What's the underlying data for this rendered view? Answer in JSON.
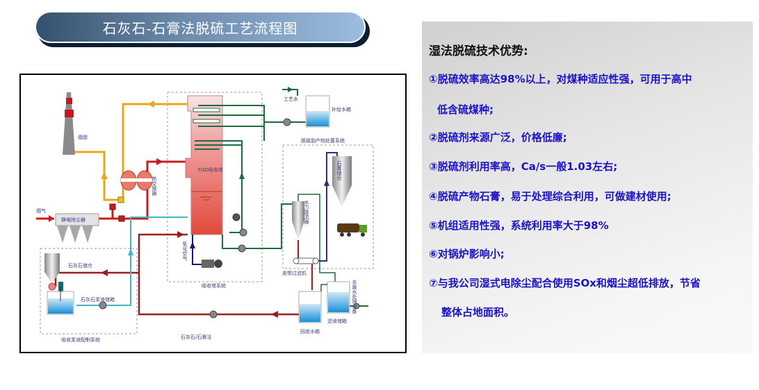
{
  "title": "石灰石-石膏法脱硫工艺流程图",
  "diagram": {
    "labels": {
      "chimney": "烟囱",
      "flue_gas": "烟气",
      "esp": "静电除尘器",
      "heat_exchanger": "热交换器",
      "absorber": "FGD吸收塔",
      "oxidation_air": "氧化空气",
      "absorber_system": "吸收塔系统",
      "process_water": "工艺水",
      "makeup_tank": "补给水箱",
      "byproduct_system": "脱硫副产物处置系统",
      "gypsum_silo": "石膏储仓",
      "hydrocyclone": "水力旋流器",
      "belt_filter": "皮带过滤机",
      "recycle_tank": "回收水箱",
      "filtrate_tank": "滤液储箱",
      "wastewater": "去废水处理设备",
      "limestone_silo": "石灰石储仓",
      "slurry_tank": "石灰石浆液储箱",
      "slurry_system": "吸收浆液配制系统",
      "method": "石灰石/石膏法"
    }
  },
  "panel": {
    "title": "湿法脱硫技术优势:",
    "items": [
      "①脱硫效率高达98%以上，对煤种适应性强，可用于高中",
      "低含硫煤种;",
      "②脱硫剂来源广泛，价格低廉;",
      "③脱硫剂利用率高，Ca/s一般1.03左右;",
      "④脱硫产物石膏，易于处理综合利用，可做建材使用;",
      "⑤机组适用性强，系统利用率大于98%",
      "⑥对锅炉影响小;",
      "⑦与我公司湿式电除尘配合使用SOx和烟尘超低排放，节省",
      "整体占地面积。"
    ]
  },
  "colors": {
    "flue_clean": "#e8a81a",
    "flue_dirty": "#c81c1c",
    "slurry_return": "#9a1e1e",
    "water": "#1e6b3e",
    "limestone_slurry": "#3fb8c0",
    "gypsum": "#3a2a7a",
    "text_blue": "#1a11c8"
  }
}
